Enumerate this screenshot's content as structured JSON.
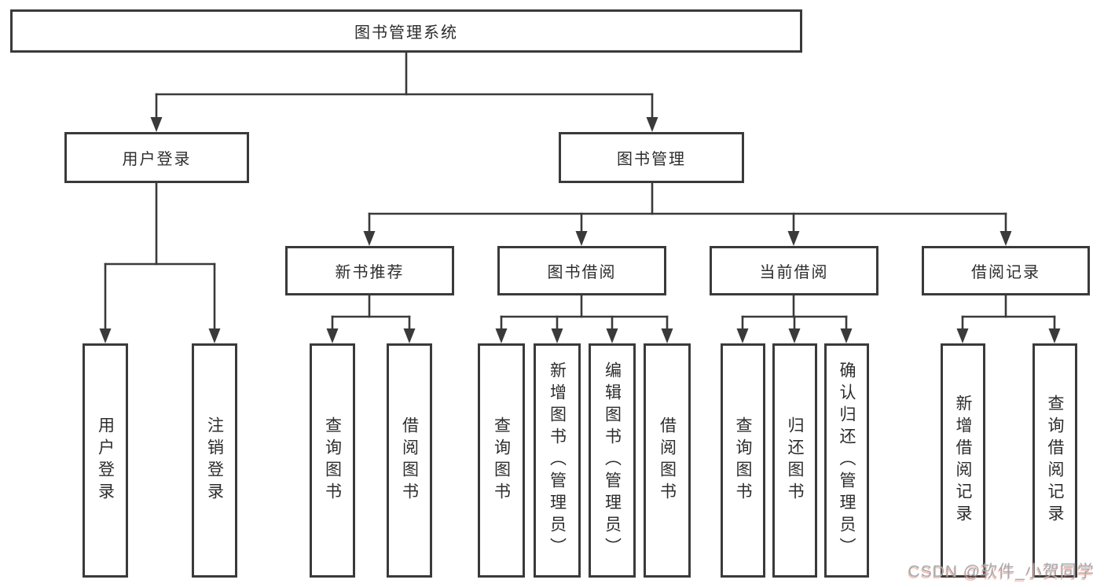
{
  "colors": {
    "background": "#ffffff",
    "line": "#3a3a3a",
    "box_border": "#3a3a3a",
    "text": "#2d2d2d",
    "watermark": "#a8abaf",
    "watermark_shadow": "#e86e54"
  },
  "tree": {
    "label": "图书管理系统",
    "children": [
      {
        "label": "用户登录",
        "children": [
          {
            "label": "用户登录"
          },
          {
            "label": "注销登录"
          }
        ]
      },
      {
        "label": "图书管理",
        "children": [
          {
            "label": "新书推荐",
            "children": [
              {
                "label": "查询图书"
              },
              {
                "label": "借阅图书"
              }
            ]
          },
          {
            "label": "图书借阅",
            "children": [
              {
                "label": "查询图书"
              },
              {
                "label": "新增图书（管理员）"
              },
              {
                "label": "编辑图书（管理员）"
              },
              {
                "label": "借阅图书"
              }
            ]
          },
          {
            "label": "当前借阅",
            "children": [
              {
                "label": "查询图书"
              },
              {
                "label": "归还图书"
              },
              {
                "label": "确认归还（管理员）"
              }
            ]
          },
          {
            "label": "借阅记录",
            "children": [
              {
                "label": "新增借阅记录"
              },
              {
                "label": "查询借阅记录"
              }
            ]
          }
        ]
      }
    ]
  },
  "watermark": {
    "text": "CSDN @软件_小贺同学"
  }
}
